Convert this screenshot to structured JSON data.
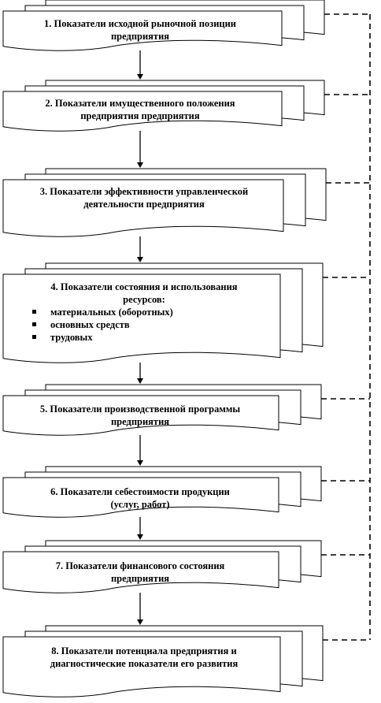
{
  "blocks": [
    {
      "lines": [
        "1. Показатели исходной рыночной позиции",
        "предприятия"
      ]
    },
    {
      "lines": [
        "2. Показатели имущественного положения",
        "предприятия предприятия"
      ]
    },
    {
      "lines": [
        "3. Показатели эффективности управленческой",
        "деятельности предприятия"
      ]
    },
    {
      "lines": [
        "4. Показатели состояния и использования",
        "ресурсов:"
      ],
      "bullets": [
        "материальных (оборотных)",
        "основных средств",
        "трудовых"
      ]
    },
    {
      "lines": [
        "5. Показатели производственной программы",
        "предприятия"
      ]
    },
    {
      "lines": [
        "6. Показатели себестоимости продукции",
        "(услуг, работ)"
      ]
    },
    {
      "lines": [
        "7. Показатели финансового состояния",
        "предприятия"
      ]
    },
    {
      "lines": [
        "8. Показатели потенциала предприятия и",
        "диагностические показатели его развития"
      ]
    }
  ]
}
